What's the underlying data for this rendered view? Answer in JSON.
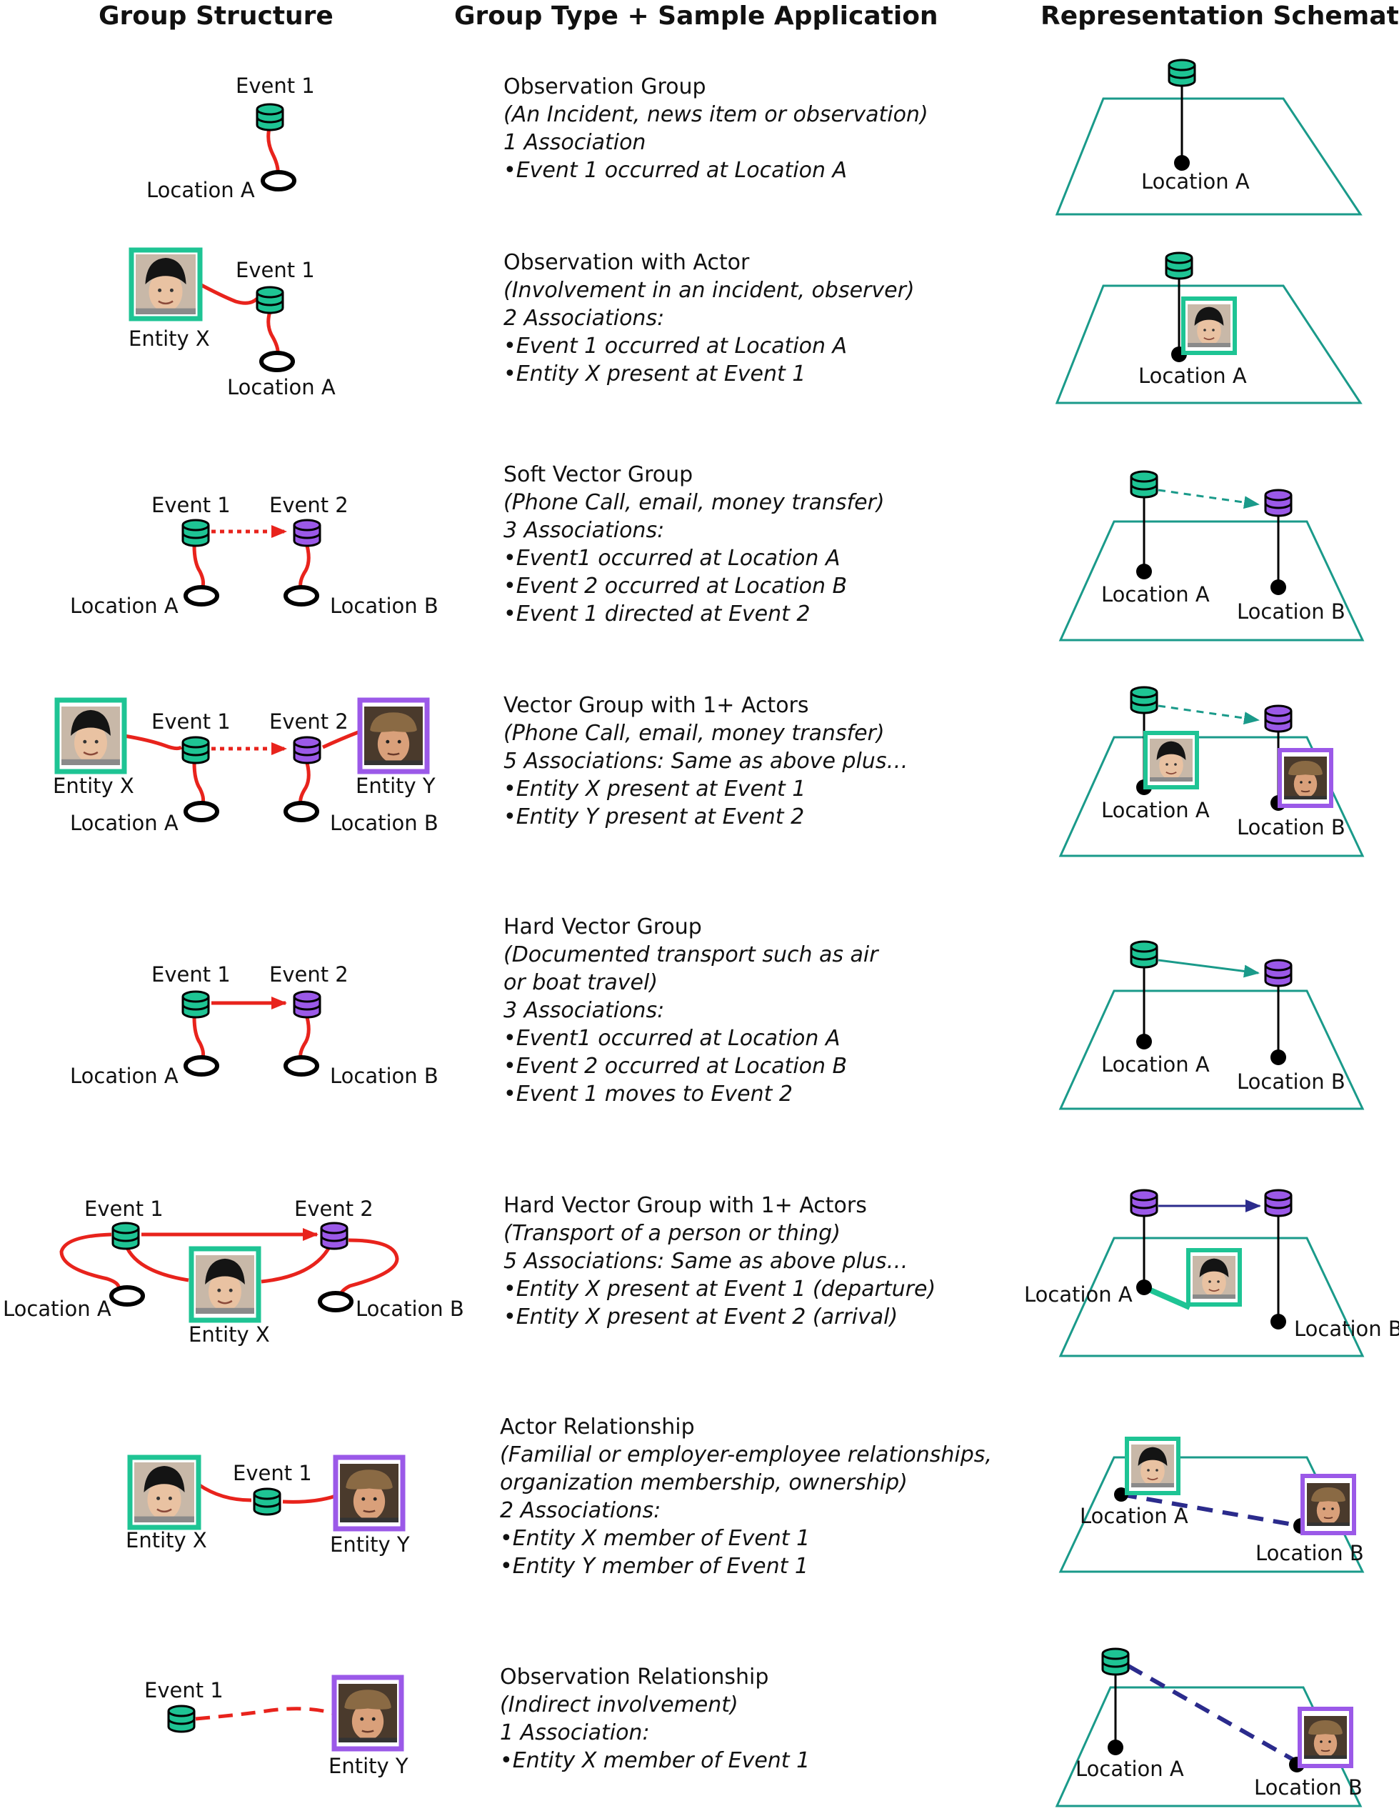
{
  "headers": {
    "structure": "Group Structure",
    "type": "Group Type + Sample Application",
    "schematic": "Representation Schematic"
  },
  "colors": {
    "green": "#1ec494",
    "purple": "#9b59e8",
    "red": "#e8231c",
    "teal": "#1a9a8a",
    "navy": "#2b2b8c"
  },
  "rows": [
    {
      "title": "Observation Group",
      "lines": [
        "(An Incident, news item or observation)",
        "1 Association",
        "•Event 1 occurred at Location A"
      ],
      "labels": {
        "event1": "Event 1",
        "locA": "Location A",
        "sLocA": "Location A"
      }
    },
    {
      "title": "Observation with Actor",
      "lines": [
        "(Involvement in an incident, observer)",
        "2 Associations:",
        "•Event 1 occurred at Location A",
        "•Entity X present at Event 1"
      ],
      "labels": {
        "event1": "Event 1",
        "entX": "Entity X",
        "locA": "Location A",
        "sLocA": "Location A"
      }
    },
    {
      "title": "Soft Vector Group",
      "lines": [
        "(Phone Call, email, money transfer)",
        "3 Associations:",
        "•Event1 occurred at Location A",
        "•Event 2 occurred at Location B",
        "•Event 1 directed at Event 2"
      ],
      "labels": {
        "event1": "Event 1",
        "event2": "Event 2",
        "locA": "Location A",
        "locB": "Location B",
        "sLocA": "Location A",
        "sLocB": "Location B"
      }
    },
    {
      "title": "Vector Group with 1+ Actors",
      "lines": [
        "(Phone Call, email, money transfer)",
        "5 Associations: Same as above plus…",
        "•Entity X present at Event 1",
        "•Entity Y present at Event 2"
      ],
      "labels": {
        "event1": "Event 1",
        "event2": "Event 2",
        "entX": "Entity X",
        "entY": "Entity Y",
        "locA": "Location A",
        "locB": "Location B",
        "sLocA": "Location A",
        "sLocB": "Location B"
      }
    },
    {
      "title": "Hard Vector Group",
      "lines": [
        "(Documented transport such as air",
        "or boat travel)",
        "3 Associations:",
        "•Event1 occurred at Location A",
        "•Event 2 occurred at Location B",
        "•Event 1 moves to Event 2"
      ],
      "labels": {
        "event1": "Event 1",
        "event2": "Event 2",
        "locA": "Location A",
        "locB": "Location B",
        "sLocA": "Location A",
        "sLocB": "Location B"
      }
    },
    {
      "title": "Hard Vector Group with 1+ Actors",
      "lines": [
        "(Transport of a person or thing)",
        "5 Associations: Same as above plus…",
        "•Entity X present at Event 1 (departure)",
        "•Entity X present at Event 2 (arrival)"
      ],
      "labels": {
        "event1": "Event 1",
        "event2": "Event 2",
        "entX": "Entity X",
        "locA": "Location A",
        "locB": "Location B",
        "sLocA": "Location A",
        "sLocB": "Location B"
      }
    },
    {
      "title": "Actor Relationship",
      "lines": [
        "(Familial or employer-employee relationships,",
        "organization membership, ownership)",
        "2 Associations:",
        "•Entity X member of Event 1",
        "•Entity Y member of Event 1"
      ],
      "labels": {
        "event1": "Event 1",
        "entX": "Entity X",
        "entY": "Entity Y",
        "sLocA": "Location A",
        "sLocB": "Location B"
      }
    },
    {
      "title": "Observation Relationship",
      "lines": [
        "(Indirect involvement)",
        "1 Association:",
        "•Entity X member of Event 1"
      ],
      "labels": {
        "event1": "Event 1",
        "entY": "Entity Y",
        "sLocA": "Location A",
        "sLocB": "Location B"
      }
    }
  ]
}
